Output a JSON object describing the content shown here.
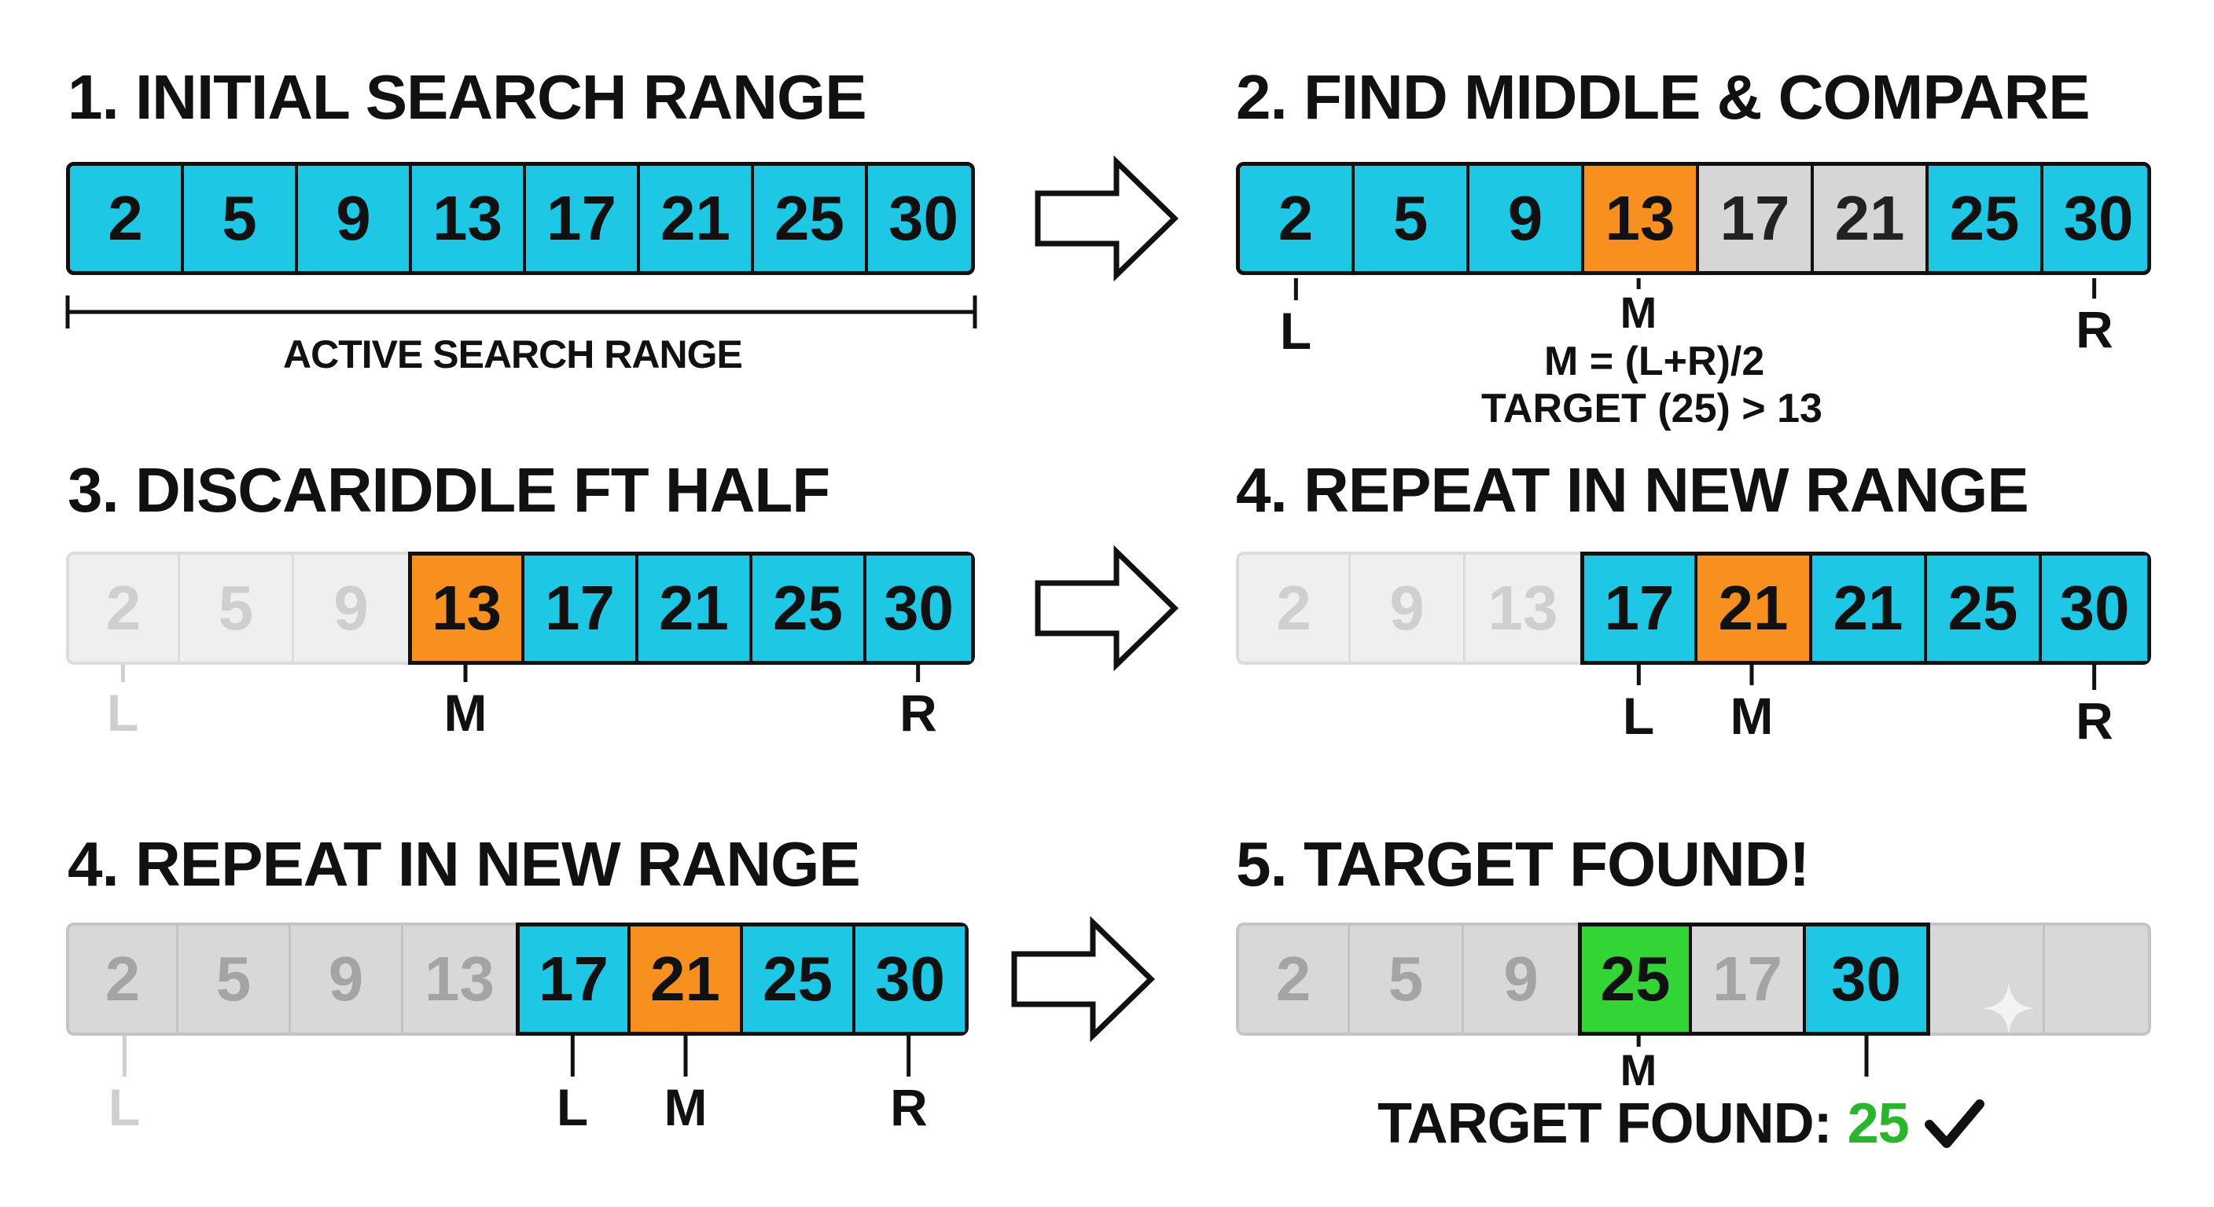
{
  "panels": {
    "p1": {
      "title": "1. INITIAL SEARCH RANGE",
      "cells": [
        "2",
        "5",
        "9",
        "13",
        "17",
        "21",
        "25",
        "30"
      ],
      "range_label": "ACTIVE SEARCH RANGE"
    },
    "p2": {
      "title": "2. FIND MIDDLE & COMPARE",
      "cells": [
        "2",
        "5",
        "9",
        "13",
        "17",
        "21",
        "25",
        "30"
      ],
      "markers": {
        "L": "L",
        "M": "M",
        "R": "R"
      },
      "formula": "M = (L+R)/2",
      "comparison": "TARGET (25) > 13"
    },
    "p3": {
      "title": "3. DISCARIDDLE FT HALF",
      "cells": [
        "2",
        "5",
        "9",
        "13",
        "17",
        "21",
        "25",
        "30"
      ],
      "markers": {
        "L": "L",
        "M": "M",
        "R": "R"
      }
    },
    "p4": {
      "title": "4. REPEAT IN NEW RANGE",
      "cells": [
        "2",
        "9",
        "13",
        "17",
        "21",
        "21",
        "25",
        "30"
      ],
      "markers": {
        "L": "L",
        "M": "M",
        "R": "R"
      }
    },
    "p5": {
      "title": "4. REPEAT IN NEW RANGE",
      "cells": [
        "2",
        "5",
        "9",
        "13",
        "17",
        "21",
        "25",
        "30"
      ],
      "markers": {
        "L": "L",
        "M": "M",
        "R": "R"
      }
    },
    "p6": {
      "title": "5. TARGET FOUND!",
      "cells": [
        "2",
        "5",
        "9",
        "25",
        "17",
        "30",
        "",
        ""
      ],
      "markers": {
        "M": "M"
      },
      "result_label": "TARGET FOUND:",
      "result_value": "25",
      "check_icon": "checkmark-icon"
    }
  },
  "colors": {
    "active": "#1ec8e4",
    "middle": "#f7901e",
    "found": "#33d436",
    "discarded": "#d6d6d6",
    "outline": "#111111",
    "found_text": "#2bb52e"
  },
  "icons": {
    "arrow": "right-arrow-icon",
    "check": "checkmark-icon"
  }
}
